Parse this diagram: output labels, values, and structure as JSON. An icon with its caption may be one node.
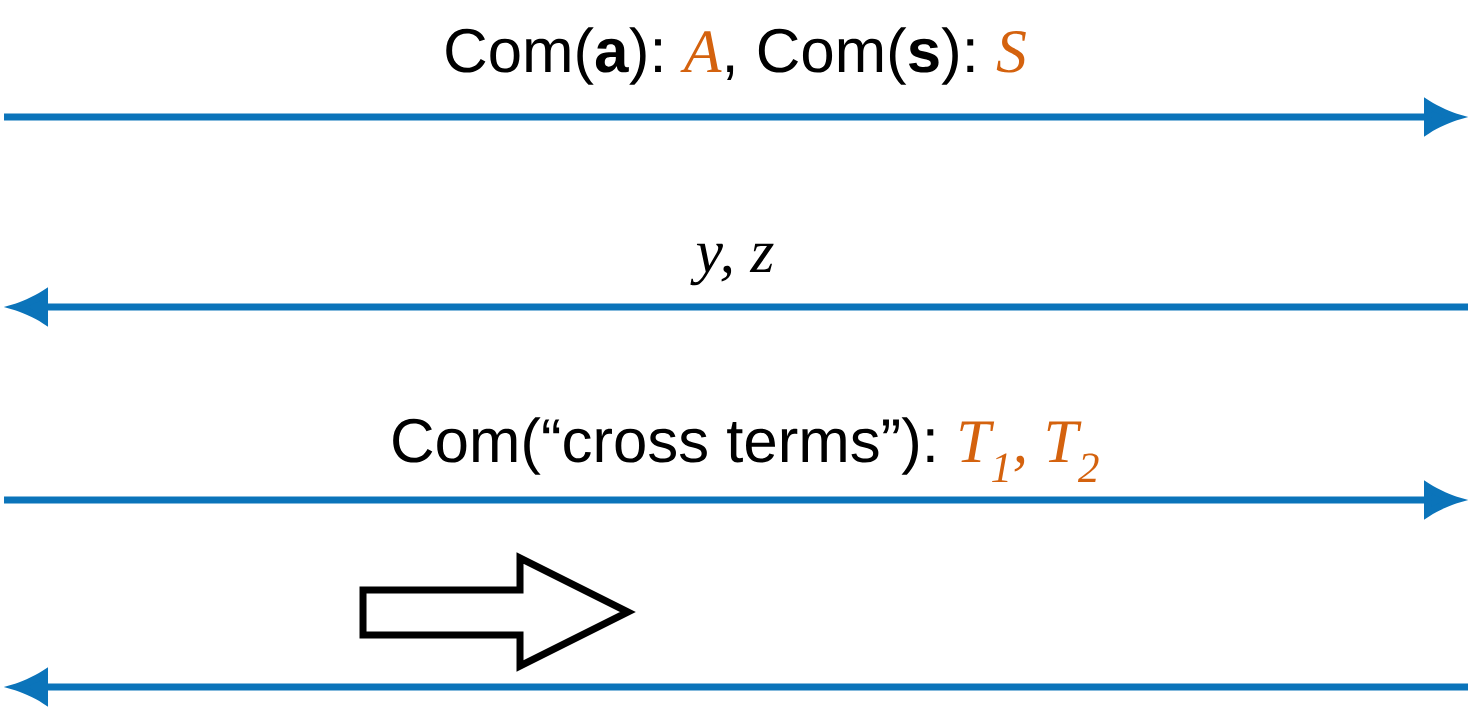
{
  "diagram": {
    "labels": [
      "Com(**a**):",
      "A",
      ", Com(**s**):",
      "S",
      "y, z",
      "Com(“cross terms”):",
      "T$_{1}$, T$_{2}$"
    ]
  }
}
